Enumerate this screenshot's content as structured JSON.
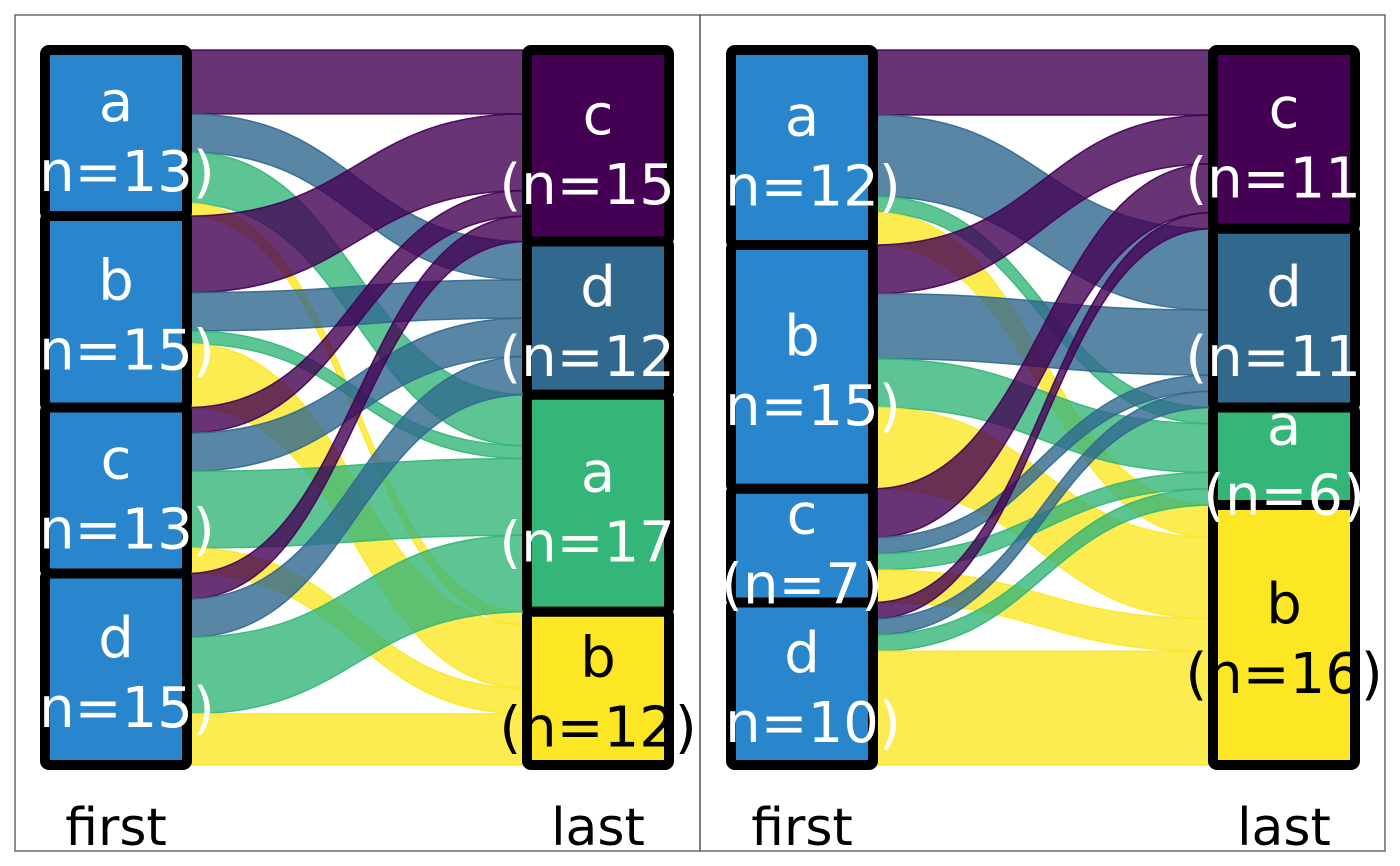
{
  "colors": {
    "first_node": "#2a86cc",
    "a": "#34b679",
    "b": "#fde725",
    "c": "#440154",
    "d": "#31688e",
    "light_text": "#ffffff",
    "dark_text": "#000000"
  },
  "panels": [
    {
      "axis_labels": {
        "left": "first",
        "right": "last"
      },
      "left_nodes": [
        {
          "id": "a",
          "label": "a",
          "count": "(n=13)",
          "n": 13
        },
        {
          "id": "b",
          "label": "b",
          "count": "(n=15)",
          "n": 15
        },
        {
          "id": "c",
          "label": "c",
          "count": "(n=13)",
          "n": 13
        },
        {
          "id": "d",
          "label": "d",
          "count": "(n=15)",
          "n": 15
        }
      ],
      "right_nodes": [
        {
          "id": "c",
          "label": "c",
          "count": "(n=15)",
          "n": 15
        },
        {
          "id": "d",
          "label": "d",
          "count": "(n=12)",
          "n": 12
        },
        {
          "id": "a",
          "label": "a",
          "count": "(n=17)",
          "n": 17
        },
        {
          "id": "b",
          "label": "b",
          "count": "(n=12)",
          "n": 12
        }
      ],
      "flows": [
        {
          "from": "a",
          "to": "c",
          "value": 5
        },
        {
          "from": "a",
          "to": "d",
          "value": 3
        },
        {
          "from": "a",
          "to": "a",
          "value": 4
        },
        {
          "from": "a",
          "to": "b",
          "value": 1
        },
        {
          "from": "b",
          "to": "c",
          "value": 6
        },
        {
          "from": "b",
          "to": "d",
          "value": 3
        },
        {
          "from": "b",
          "to": "a",
          "value": 1
        },
        {
          "from": "b",
          "to": "b",
          "value": 5
        },
        {
          "from": "c",
          "to": "c",
          "value": 2
        },
        {
          "from": "c",
          "to": "d",
          "value": 3
        },
        {
          "from": "c",
          "to": "a",
          "value": 6
        },
        {
          "from": "c",
          "to": "b",
          "value": 2
        },
        {
          "from": "d",
          "to": "c",
          "value": 2
        },
        {
          "from": "d",
          "to": "d",
          "value": 3
        },
        {
          "from": "d",
          "to": "a",
          "value": 6
        },
        {
          "from": "d",
          "to": "b",
          "value": 4
        }
      ]
    },
    {
      "axis_labels": {
        "left": "first",
        "right": "last"
      },
      "left_nodes": [
        {
          "id": "a",
          "label": "a",
          "count": "(n=12)",
          "n": 12
        },
        {
          "id": "b",
          "label": "b",
          "count": "(n=15)",
          "n": 15
        },
        {
          "id": "c",
          "label": "c",
          "count": "(n=7)",
          "n": 7
        },
        {
          "id": "d",
          "label": "d",
          "count": "(n=10)",
          "n": 10
        }
      ],
      "right_nodes": [
        {
          "id": "c",
          "label": "c",
          "count": "(n=11)",
          "n": 11
        },
        {
          "id": "d",
          "label": "d",
          "count": "(n=11)",
          "n": 11
        },
        {
          "id": "a",
          "label": "a",
          "count": "(n=6)",
          "n": 6
        },
        {
          "id": "b",
          "label": "b",
          "count": "(n=16)",
          "n": 16
        }
      ],
      "flows": [
        {
          "from": "a",
          "to": "c",
          "value": 4
        },
        {
          "from": "a",
          "to": "d",
          "value": 5
        },
        {
          "from": "a",
          "to": "a",
          "value": 1
        },
        {
          "from": "a",
          "to": "b",
          "value": 2
        },
        {
          "from": "b",
          "to": "c",
          "value": 3
        },
        {
          "from": "b",
          "to": "d",
          "value": 4
        },
        {
          "from": "b",
          "to": "a",
          "value": 3
        },
        {
          "from": "b",
          "to": "b",
          "value": 5
        },
        {
          "from": "c",
          "to": "c",
          "value": 3
        },
        {
          "from": "c",
          "to": "d",
          "value": 1
        },
        {
          "from": "c",
          "to": "a",
          "value": 1
        },
        {
          "from": "c",
          "to": "b",
          "value": 2
        },
        {
          "from": "d",
          "to": "c",
          "value": 1
        },
        {
          "from": "d",
          "to": "d",
          "value": 1
        },
        {
          "from": "d",
          "to": "a",
          "value": 1
        },
        {
          "from": "d",
          "to": "b",
          "value": 7
        }
      ]
    }
  ]
}
